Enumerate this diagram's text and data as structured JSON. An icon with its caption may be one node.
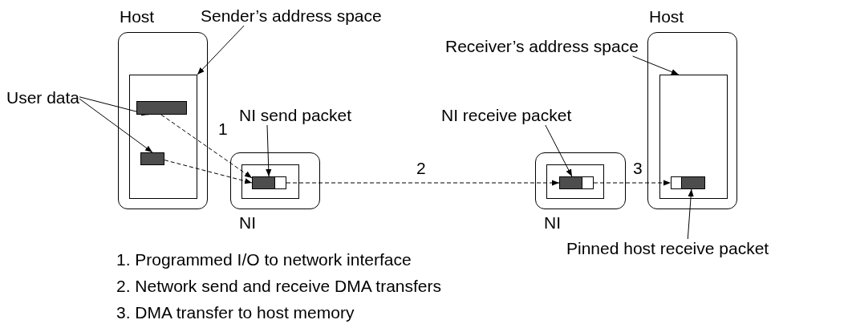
{
  "diagram": {
    "nodes": [
      {
        "text": [
          "Host"
        ]
      },
      {
        "text": [],
        "shape": "box",
        "in": 0
      },
      {
        "text": [],
        "shape": "bar",
        "in": 1
      },
      {
        "text": [],
        "shape": "bar",
        "in": 1
      },
      {
        "text": [
          "NI"
        ]
      },
      {
        "text": [],
        "shape": "box",
        "in": 4
      },
      {
        "text": [],
        "shape": "bar",
        "in": 5
      },
      {
        "text": [
          "NI"
        ]
      },
      {
        "text": [],
        "shape": "box",
        "in": 7
      },
      {
        "text": [],
        "shape": "bar",
        "in": 8
      },
      {
        "text": [
          "Host"
        ]
      },
      {
        "text": [],
        "shape": "box",
        "in": 10
      },
      {
        "text": [],
        "shape": "bar",
        "in": 11
      },
      {
        "text": [
          "Sender’s address space"
        ]
      },
      {
        "text": [
          "User data"
        ]
      },
      {
        "text": [
          "NI send packet"
        ]
      },
      {
        "text": [
          "NI receive packet"
        ]
      },
      {
        "text": [
          "Receiver’s address space"
        ]
      },
      {
        "text": [
          "Pinned host receive packet"
        ]
      }
    ],
    "edges": [
      {
        "from": 13,
        "to": 1,
        "arrow": "to"
      },
      {
        "from": 14,
        "to": 2,
        "arrow": "to"
      },
      {
        "from": 14,
        "to": 3,
        "arrow": "to"
      },
      {
        "from": 15,
        "to": 6,
        "arrow": "to"
      },
      {
        "from": 16,
        "to": 9,
        "arrow": "to"
      },
      {
        "from": 17,
        "to": 11,
        "arrow": "to"
      },
      {
        "from": 18,
        "to": 12,
        "arrow": "to"
      },
      {
        "from": 2,
        "to": 6,
        "arrow": "to",
        "style": "dashed",
        "label": "1"
      },
      {
        "from": 3,
        "to": 6,
        "arrow": "to",
        "style": "dashed"
      },
      {
        "from": 6,
        "to": 9,
        "arrow": "to",
        "style": "dashed",
        "label": "2"
      },
      {
        "from": 9,
        "to": 12,
        "arrow": "to",
        "style": "dashed",
        "label": "3"
      }
    ],
    "labels": [
      "1. Programmed I/O to network interface",
      "2. Network send and receive DMA transfers",
      "3. DMA transfer to host memory"
    ]
  }
}
